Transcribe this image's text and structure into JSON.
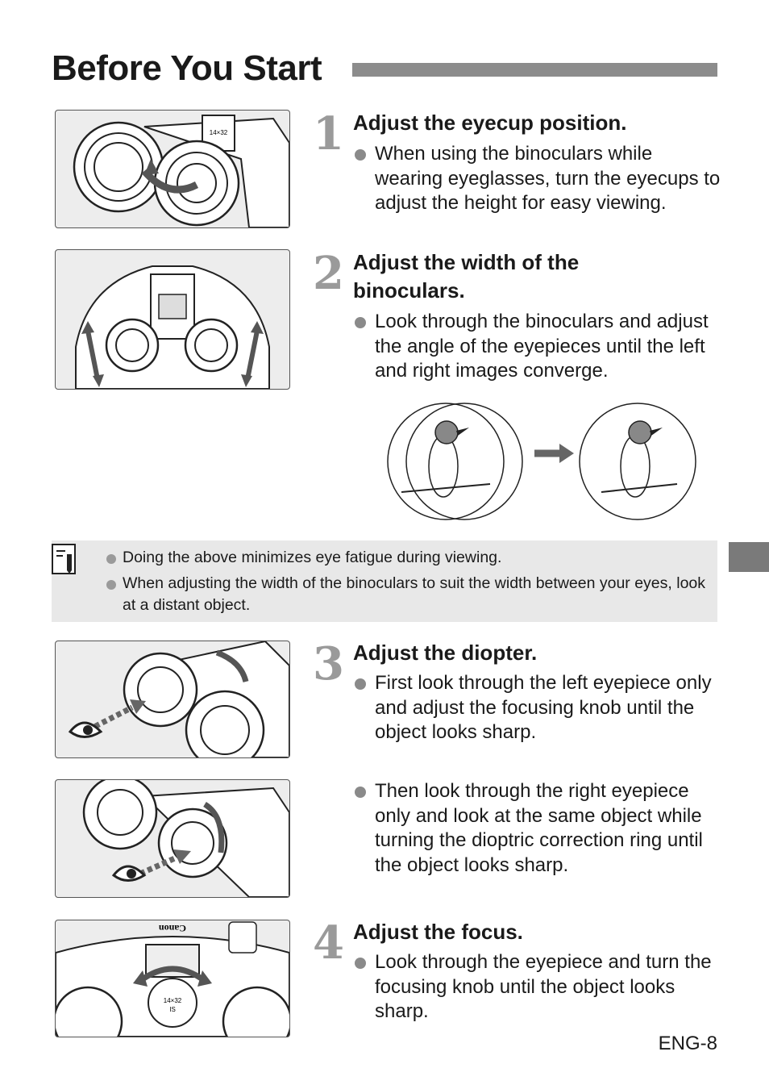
{
  "page": {
    "title": "Before You Start",
    "page_number": "ENG-8"
  },
  "steps": [
    {
      "number": "1",
      "heading": "Adjust the eyecup position.",
      "bullets": [
        "When using the binoculars while wearing eyeglasses, turn the eyecups to adjust the height for easy viewing."
      ]
    },
    {
      "number": "2",
      "heading": "Adjust the width of the binoculars.",
      "bullets": [
        "Look through the binoculars and adjust the angle of the eyepieces until the left and right images converge."
      ]
    },
    {
      "number": "3",
      "heading": "Adjust the diopter.",
      "bullets": [
        "First look through the left eyepiece only and adjust the focusing knob until the object looks sharp.",
        "Then look through the right eyepiece only and look at the same object while turning the dioptric correction ring until the object looks sharp."
      ]
    },
    {
      "number": "4",
      "heading": "Adjust the focus.",
      "bullets": [
        "Look through the eyepiece and turn the focusing knob until the object looks sharp."
      ]
    }
  ],
  "note": {
    "icon": "memo-pencil-icon",
    "items": [
      "Doing the above minimizes eye fatigue during viewing.",
      "When adjusting the width of the binoculars to suit the width between your eyes, look at a distant object."
    ]
  },
  "illustration_labels": {
    "model": "14×32",
    "model_sub": "IS",
    "brand": "Canon"
  },
  "colors": {
    "title_bar": "#8c8c8c",
    "step_number": "#9a9a9a",
    "bullet": "#8a8a8a",
    "note_background": "#e8e8e8",
    "side_tab": "#7a7a7a"
  }
}
